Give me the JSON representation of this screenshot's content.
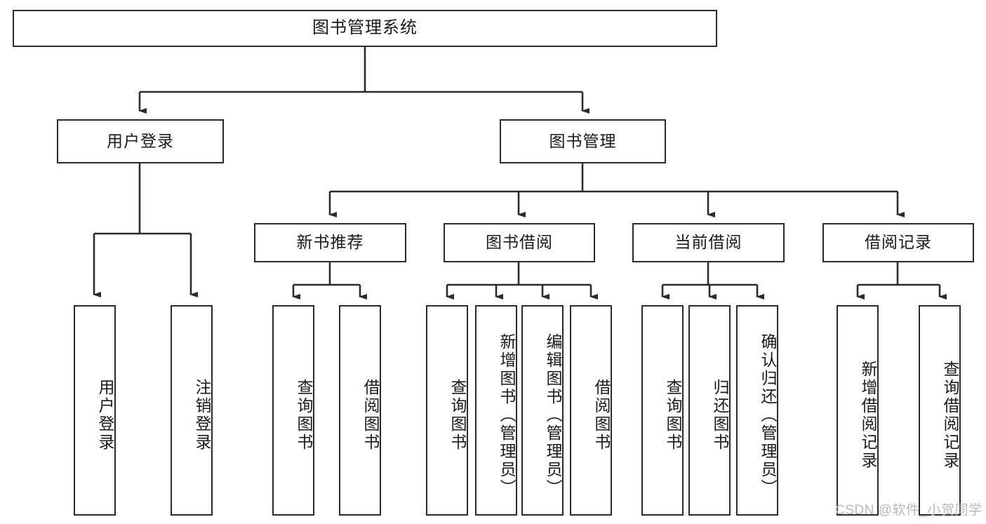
{
  "diagram": {
    "title": "图书管理系统",
    "type": "hierarchy-tree",
    "root": {
      "label": "图书管理系统"
    },
    "level2": [
      {
        "key": "user-login",
        "label": "用户登录"
      },
      {
        "key": "book-management",
        "label": "图书管理"
      }
    ],
    "level3": [
      {
        "key": "new-book-recommend",
        "label": "新书推荐",
        "parent": "book-management"
      },
      {
        "key": "book-borrow",
        "label": "图书借阅",
        "parent": "book-management"
      },
      {
        "key": "current-borrow",
        "label": "当前借阅",
        "parent": "book-management"
      },
      {
        "key": "borrow-record",
        "label": "借阅记录",
        "parent": "book-management"
      }
    ],
    "leaves": {
      "user_login": [
        {
          "key": "leaf-user-login",
          "label": "用户登录"
        },
        {
          "key": "leaf-user-logout",
          "label": "注销登录"
        }
      ],
      "new_book_recommend": [
        {
          "key": "leaf-query-book-1",
          "label": "查询图书"
        },
        {
          "key": "leaf-borrow-book-1",
          "label": "借阅图书"
        }
      ],
      "book_borrow": [
        {
          "key": "leaf-query-book-2",
          "label": "查询图书"
        },
        {
          "key": "leaf-add-book",
          "label": "新增图书（管理员）"
        },
        {
          "key": "leaf-edit-book",
          "label": "编辑图书（管理员）"
        },
        {
          "key": "leaf-borrow-book-2",
          "label": "借阅图书"
        }
      ],
      "current_borrow": [
        {
          "key": "leaf-query-book-3",
          "label": "查询图书"
        },
        {
          "key": "leaf-return-book",
          "label": "归还图书"
        },
        {
          "key": "leaf-confirm-return",
          "label": "确认归还（管理员）"
        }
      ],
      "borrow_record": [
        {
          "key": "leaf-add-record",
          "label": "新增借阅记录"
        },
        {
          "key": "leaf-query-record",
          "label": "查询借阅记录"
        }
      ]
    },
    "watermark": "CSDN @软件_小贺同学",
    "colors": {
      "stroke": "#2b2b2b",
      "fill": "#ffffff",
      "text": "#1a1a1a",
      "watermark": "#b9b9b9"
    }
  }
}
